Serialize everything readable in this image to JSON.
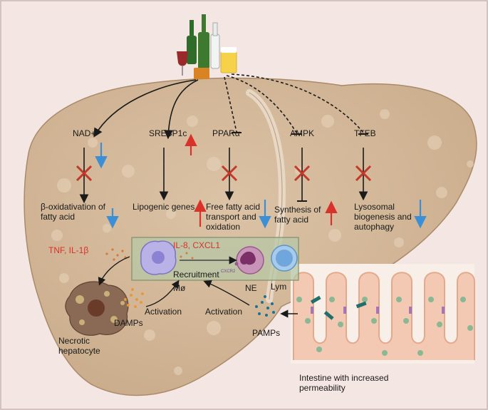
{
  "labels": {
    "nad": "NAD+",
    "srebp1c": "SREBP1c",
    "ppara": "PPARα",
    "ampk": "AMPK",
    "tfeb": "TFEB",
    "beta_oxidation_1": "β-oxidativation of",
    "beta_oxidation_2": "fatty acid",
    "lipogenic_genes": "Lipogenic genes",
    "ffa_1": "Free fatty acid",
    "ffa_2": "transport and",
    "ffa_3": "oxidation",
    "synthesis_1": "Synthesis of",
    "synthesis_2": "fatty acid",
    "lyso_1": "Lysosomal",
    "lyso_2": "biogenesis and",
    "lyso_3": "autophagy",
    "tnf_il1b": "TNF, IL-1β",
    "il8_cxcl1": "IL-8, CXCL1",
    "recruitment": "Recruitment",
    "cxcr2": "CXCR2",
    "macrophage": "Mø",
    "neutrophil": "NE",
    "lymphocyte": "Lym",
    "necrotic_1": "Necrotic",
    "necrotic_2": "hepatocyte",
    "damps": "DAMPs",
    "activation": "Activation",
    "pamps": "PAMPs",
    "intestine_1": "Intestine with increased",
    "intestine_2": "permeability"
  },
  "colors": {
    "background": "#f4e6e2",
    "liver": "#d4b898",
    "increase_arrow": "#d8322b",
    "decrease_arrow": "#3a8fd6",
    "inhibition_cross": "#c0392b",
    "cytokine_text": "#d8322b",
    "immune_box": "#b7c7a5"
  }
}
